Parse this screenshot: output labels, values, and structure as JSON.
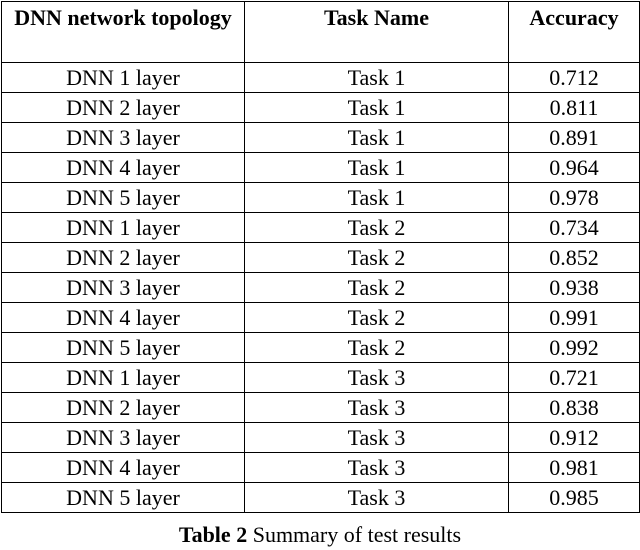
{
  "table": {
    "headers": [
      "DNN network topology",
      "Task Name",
      "Accuracy"
    ],
    "rows": [
      [
        "DNN 1 layer",
        "Task 1",
        "0.712"
      ],
      [
        "DNN 2 layer",
        "Task 1",
        "0.811"
      ],
      [
        "DNN 3 layer",
        "Task 1",
        "0.891"
      ],
      [
        "DNN 4 layer",
        "Task 1",
        "0.964"
      ],
      [
        "DNN 5 layer",
        "Task 1",
        "0.978"
      ],
      [
        "DNN 1 layer",
        "Task 2",
        "0.734"
      ],
      [
        "DNN 2 layer",
        "Task 2",
        "0.852"
      ],
      [
        "DNN 3 layer",
        "Task 2",
        "0.938"
      ],
      [
        "DNN 4 layer",
        "Task 2",
        "0.991"
      ],
      [
        "DNN 5 layer",
        "Task 2",
        "0.992"
      ],
      [
        "DNN 1 layer",
        "Task 3",
        "0.721"
      ],
      [
        "DNN 2 layer",
        "Task 3",
        "0.838"
      ],
      [
        "DNN 3 layer",
        "Task 3",
        "0.912"
      ],
      [
        "DNN 4 layer",
        "Task 3",
        "0.981"
      ],
      [
        "DNN 5 layer",
        "Task 3",
        "0.985"
      ]
    ]
  },
  "caption": {
    "label": "Table 2",
    "text": " Summary of test results"
  }
}
